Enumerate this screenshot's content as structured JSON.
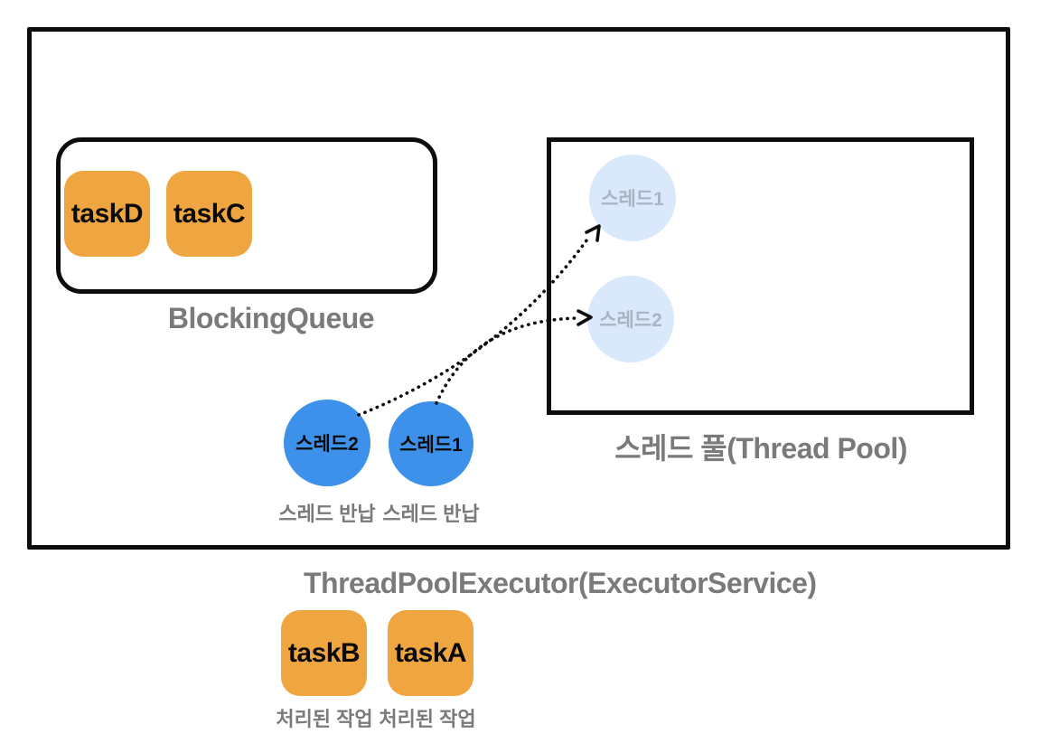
{
  "colors": {
    "task_fill": "#F0A640",
    "thread_fill": "#3E91EA",
    "pool_thread_fill": "#D9E8FB",
    "pool_thread_text": "#A9B4C3",
    "label_gray": "#7A7A7A",
    "line_black": "#0D0D0D"
  },
  "executor": {
    "label": "ThreadPoolExecutor(ExecutorService)"
  },
  "blocking_queue": {
    "label": "BlockingQueue",
    "tasks": [
      {
        "label": "taskD"
      },
      {
        "label": "taskC"
      }
    ]
  },
  "thread_pool": {
    "label": "스레드 풀(Thread Pool)",
    "threads": [
      {
        "label": "스레드1"
      },
      {
        "label": "스레드2"
      }
    ]
  },
  "returning_threads": [
    {
      "label": "스레드2",
      "caption": "스레드 반납"
    },
    {
      "label": "스레드1",
      "caption": "스레드 반납"
    }
  ],
  "completed_tasks": [
    {
      "label": "taskB",
      "caption": "처리된 작업"
    },
    {
      "label": "taskA",
      "caption": "처리된 작업"
    }
  ],
  "arrows": [
    {
      "name": "return-arrow-thread2-to-pool",
      "style": "dotted"
    },
    {
      "name": "return-arrow-thread1-to-pool",
      "style": "dotted"
    }
  ]
}
